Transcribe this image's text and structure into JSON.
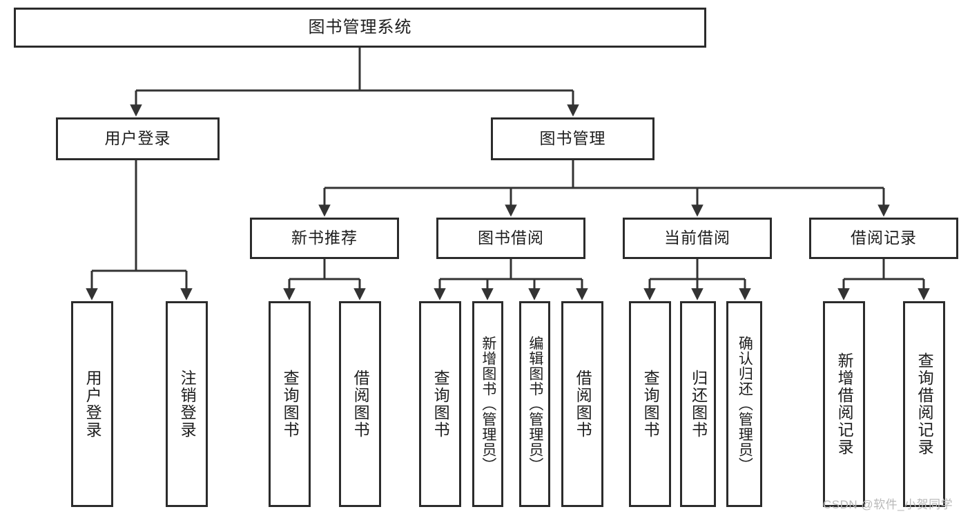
{
  "diagram": {
    "title": "图书管理系统",
    "type": "tree",
    "watermark": "CSDN @软件_小贺同学",
    "colors": {
      "border": "#2b2b2b",
      "background": "#ffffff",
      "text": "#1d1d1d",
      "connector": "#333333",
      "watermark": "#b9b9b9"
    },
    "root": {
      "label": "图书管理系统"
    },
    "level2": [
      {
        "label": "用户登录"
      },
      {
        "label": "图书管理"
      }
    ],
    "level3": [
      {
        "label": "新书推荐"
      },
      {
        "label": "图书借阅"
      },
      {
        "label": "当前借阅"
      },
      {
        "label": "借阅记录"
      }
    ],
    "leaves": {
      "user_login": [
        {
          "label": "用户登录"
        },
        {
          "label": "注销登录"
        }
      ],
      "new_book_recommend": [
        {
          "label": "查询图书"
        },
        {
          "label": "借阅图书"
        }
      ],
      "book_borrow": [
        {
          "label": "查询图书"
        },
        {
          "label": "新增图书（管理员）"
        },
        {
          "label": "编辑图书（管理员）"
        },
        {
          "label": "借阅图书"
        }
      ],
      "current_borrow": [
        {
          "label": "查询图书"
        },
        {
          "label": "归还图书"
        },
        {
          "label": "确认归还（管理员）"
        }
      ],
      "borrow_record": [
        {
          "label": "新增借阅记录"
        },
        {
          "label": "查询借阅记录"
        }
      ]
    }
  }
}
